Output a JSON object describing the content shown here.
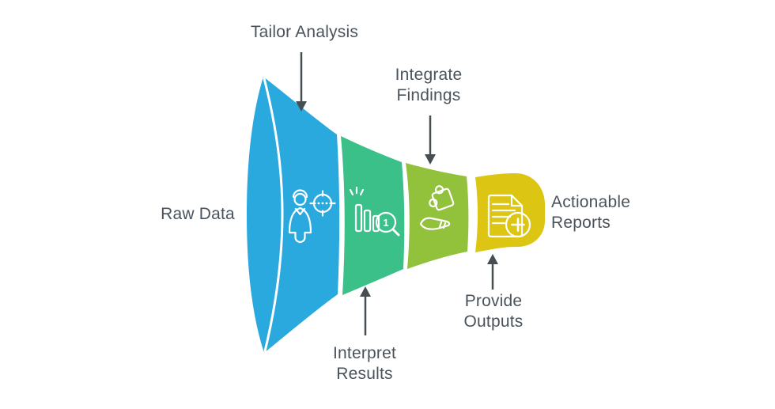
{
  "diagram": {
    "background_color": "#FFFFFF",
    "text_color": "#4A535B",
    "arrow_color": "#474E52",
    "input": {
      "label": "Raw Data"
    },
    "output": {
      "label": "Actionable Reports",
      "lines": [
        "Actionable",
        "Reports"
      ]
    },
    "stages": [
      {
        "label": "Tailor Analysis",
        "lines": [
          "Tailor Analysis"
        ],
        "color": "#29A9DE",
        "icon": "person-target-icon",
        "label_position": "top"
      },
      {
        "label": "Interpret Results",
        "lines": [
          "Interpret",
          "Results"
        ],
        "color": "#3BC089",
        "icon": "bar-chart-magnifier-icon",
        "icon_badge": "1",
        "label_position": "bottom"
      },
      {
        "label": "Integrate Findings",
        "lines": [
          "Integrate",
          "Findings"
        ],
        "color": "#92C13C",
        "icon": "hand-puzzle-icon",
        "label_position": "top"
      },
      {
        "label": "Provide Outputs",
        "lines": [
          "Provide",
          "Outputs"
        ],
        "color": "#DDC514",
        "icon": "document-plus-icon",
        "label_position": "bottom"
      }
    ]
  }
}
